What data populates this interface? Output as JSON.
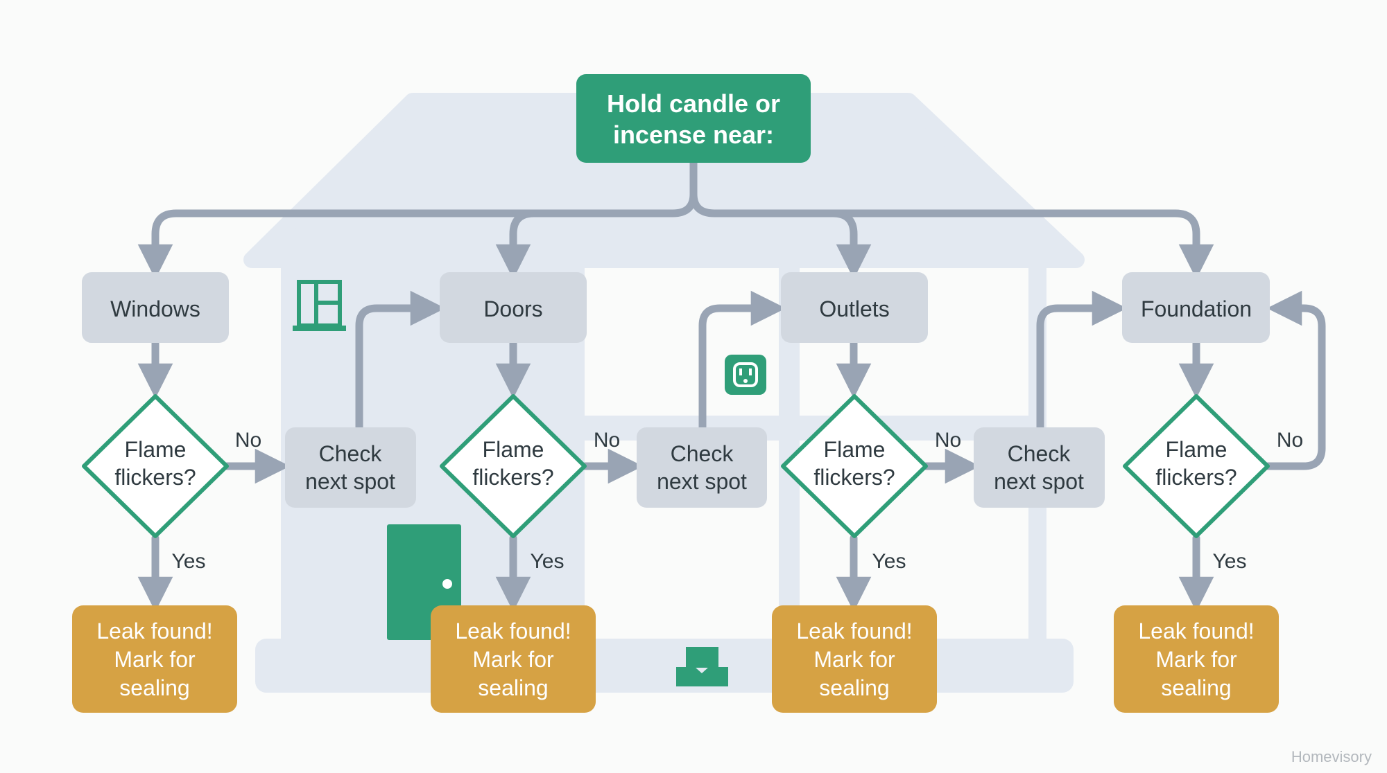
{
  "start": {
    "line1": "Hold candle or",
    "line2": "incense near:"
  },
  "branches": [
    {
      "label": "Windows"
    },
    {
      "label": "Doors"
    },
    {
      "label": "Outlets"
    },
    {
      "label": "Foundation"
    }
  ],
  "decision": {
    "line1": "Flame",
    "line2": "flickers?"
  },
  "edge_labels": {
    "no": "No",
    "yes": "Yes"
  },
  "check": {
    "line1": "Check",
    "line2": "next spot"
  },
  "result": {
    "line1": "Leak found!",
    "line2": "Mark for",
    "line3": "sealing"
  },
  "icons": [
    "window-icon",
    "electrical-outlet-icon",
    "door-icon",
    "vent-icon"
  ],
  "watermark": "Homevisory",
  "colors": {
    "background": "#fafbfa",
    "house": "#e3e9f1",
    "green": "#2f9e78",
    "gray_box": "#d2d8e0",
    "arrow": "#99a4b4",
    "orange": "#d6a244",
    "text_dark": "#2f3a40",
    "white": "#ffffff"
  }
}
